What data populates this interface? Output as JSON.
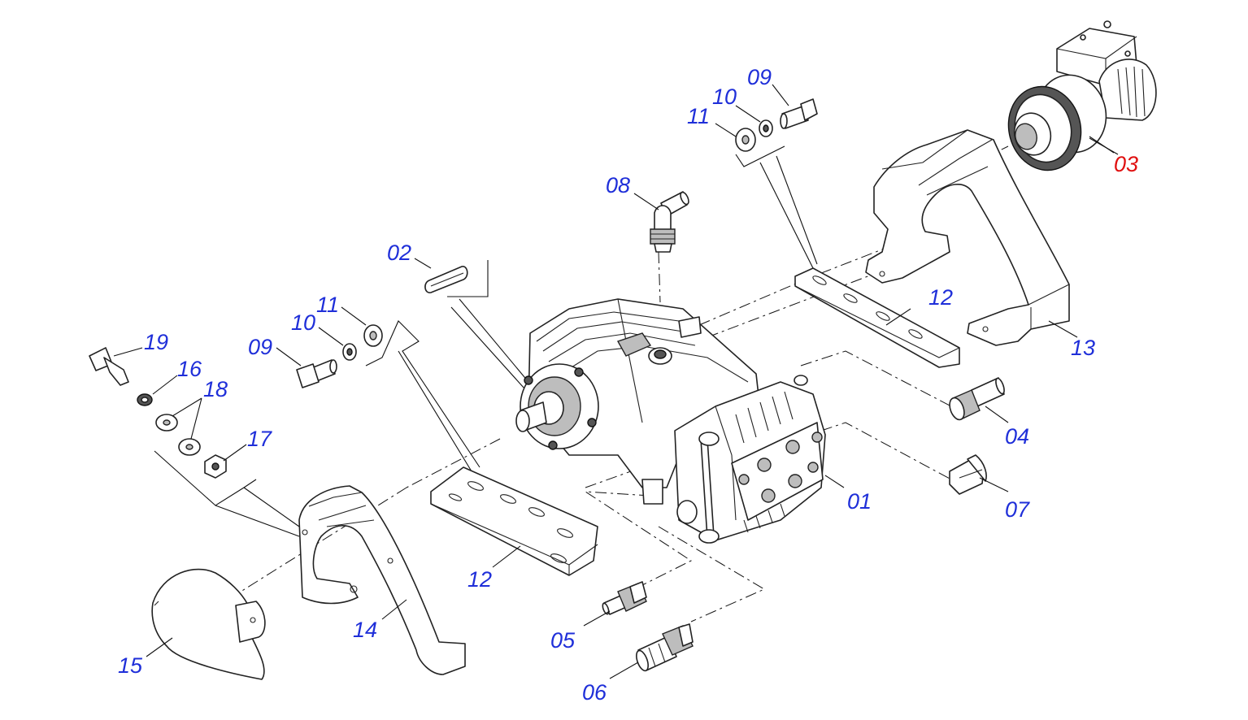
{
  "diagram": {
    "colors": {
      "callout_default": "#1f2fd9",
      "callout_highlight": "#e01010",
      "line": "#111111",
      "background": "#ffffff"
    },
    "callouts": {
      "c01": {
        "label": "01",
        "highlighted": false
      },
      "c02": {
        "label": "02",
        "highlighted": false
      },
      "c03": {
        "label": "03",
        "highlighted": true
      },
      "c04": {
        "label": "04",
        "highlighted": false
      },
      "c05": {
        "label": "05",
        "highlighted": false
      },
      "c06": {
        "label": "06",
        "highlighted": false
      },
      "c07": {
        "label": "07",
        "highlighted": false
      },
      "c08": {
        "label": "08",
        "highlighted": false
      },
      "c09a": {
        "label": "09",
        "highlighted": false
      },
      "c09b": {
        "label": "09",
        "highlighted": false
      },
      "c10a": {
        "label": "10",
        "highlighted": false
      },
      "c10b": {
        "label": "10",
        "highlighted": false
      },
      "c11a": {
        "label": "11",
        "highlighted": false
      },
      "c11b": {
        "label": "11",
        "highlighted": false
      },
      "c12a": {
        "label": "12",
        "highlighted": false
      },
      "c12b": {
        "label": "12",
        "highlighted": false
      },
      "c13": {
        "label": "13",
        "highlighted": false
      },
      "c14": {
        "label": "14",
        "highlighted": false
      },
      "c15": {
        "label": "15",
        "highlighted": false
      },
      "c16": {
        "label": "16",
        "highlighted": false
      },
      "c17": {
        "label": "17",
        "highlighted": false
      },
      "c18": {
        "label": "18",
        "highlighted": false
      },
      "c19": {
        "label": "19",
        "highlighted": false
      }
    }
  }
}
